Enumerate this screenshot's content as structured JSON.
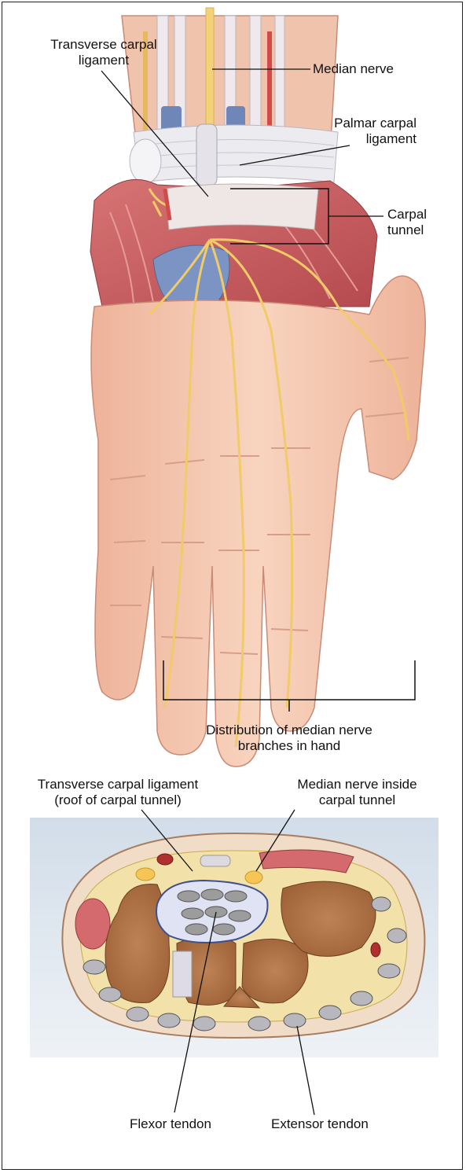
{
  "upper_diagram": {
    "labels": {
      "transverse_carpal_ligament": [
        "Transverse carpal",
        "ligament"
      ],
      "median_nerve": "Median nerve",
      "palmar_carpal_ligament": [
        "Palmar carpal",
        "ligament"
      ],
      "carpal_tunnel": [
        "Carpal",
        "tunnel"
      ],
      "distribution": [
        "Distribution of median nerve",
        "branches in hand"
      ]
    }
  },
  "cross_section": {
    "labels": {
      "transverse_roof": [
        "Transverse carpal ligament",
        "(roof of carpal tunnel)"
      ],
      "median_inside": [
        "Median nerve inside",
        "carpal tunnel"
      ],
      "flexor_tendon": "Flexor tendon",
      "extensor_tendon": "Extensor tendon"
    }
  },
  "colors": {
    "skin": "#f5c9b0",
    "skin_shadow": "#e8a98f",
    "muscle": "#c9575a",
    "nerve": "#f3d27a",
    "vein": "#6f86b8",
    "ligament": "#ece9ee",
    "bone": "#b6784c",
    "background_panel": "#dfe7f0"
  }
}
